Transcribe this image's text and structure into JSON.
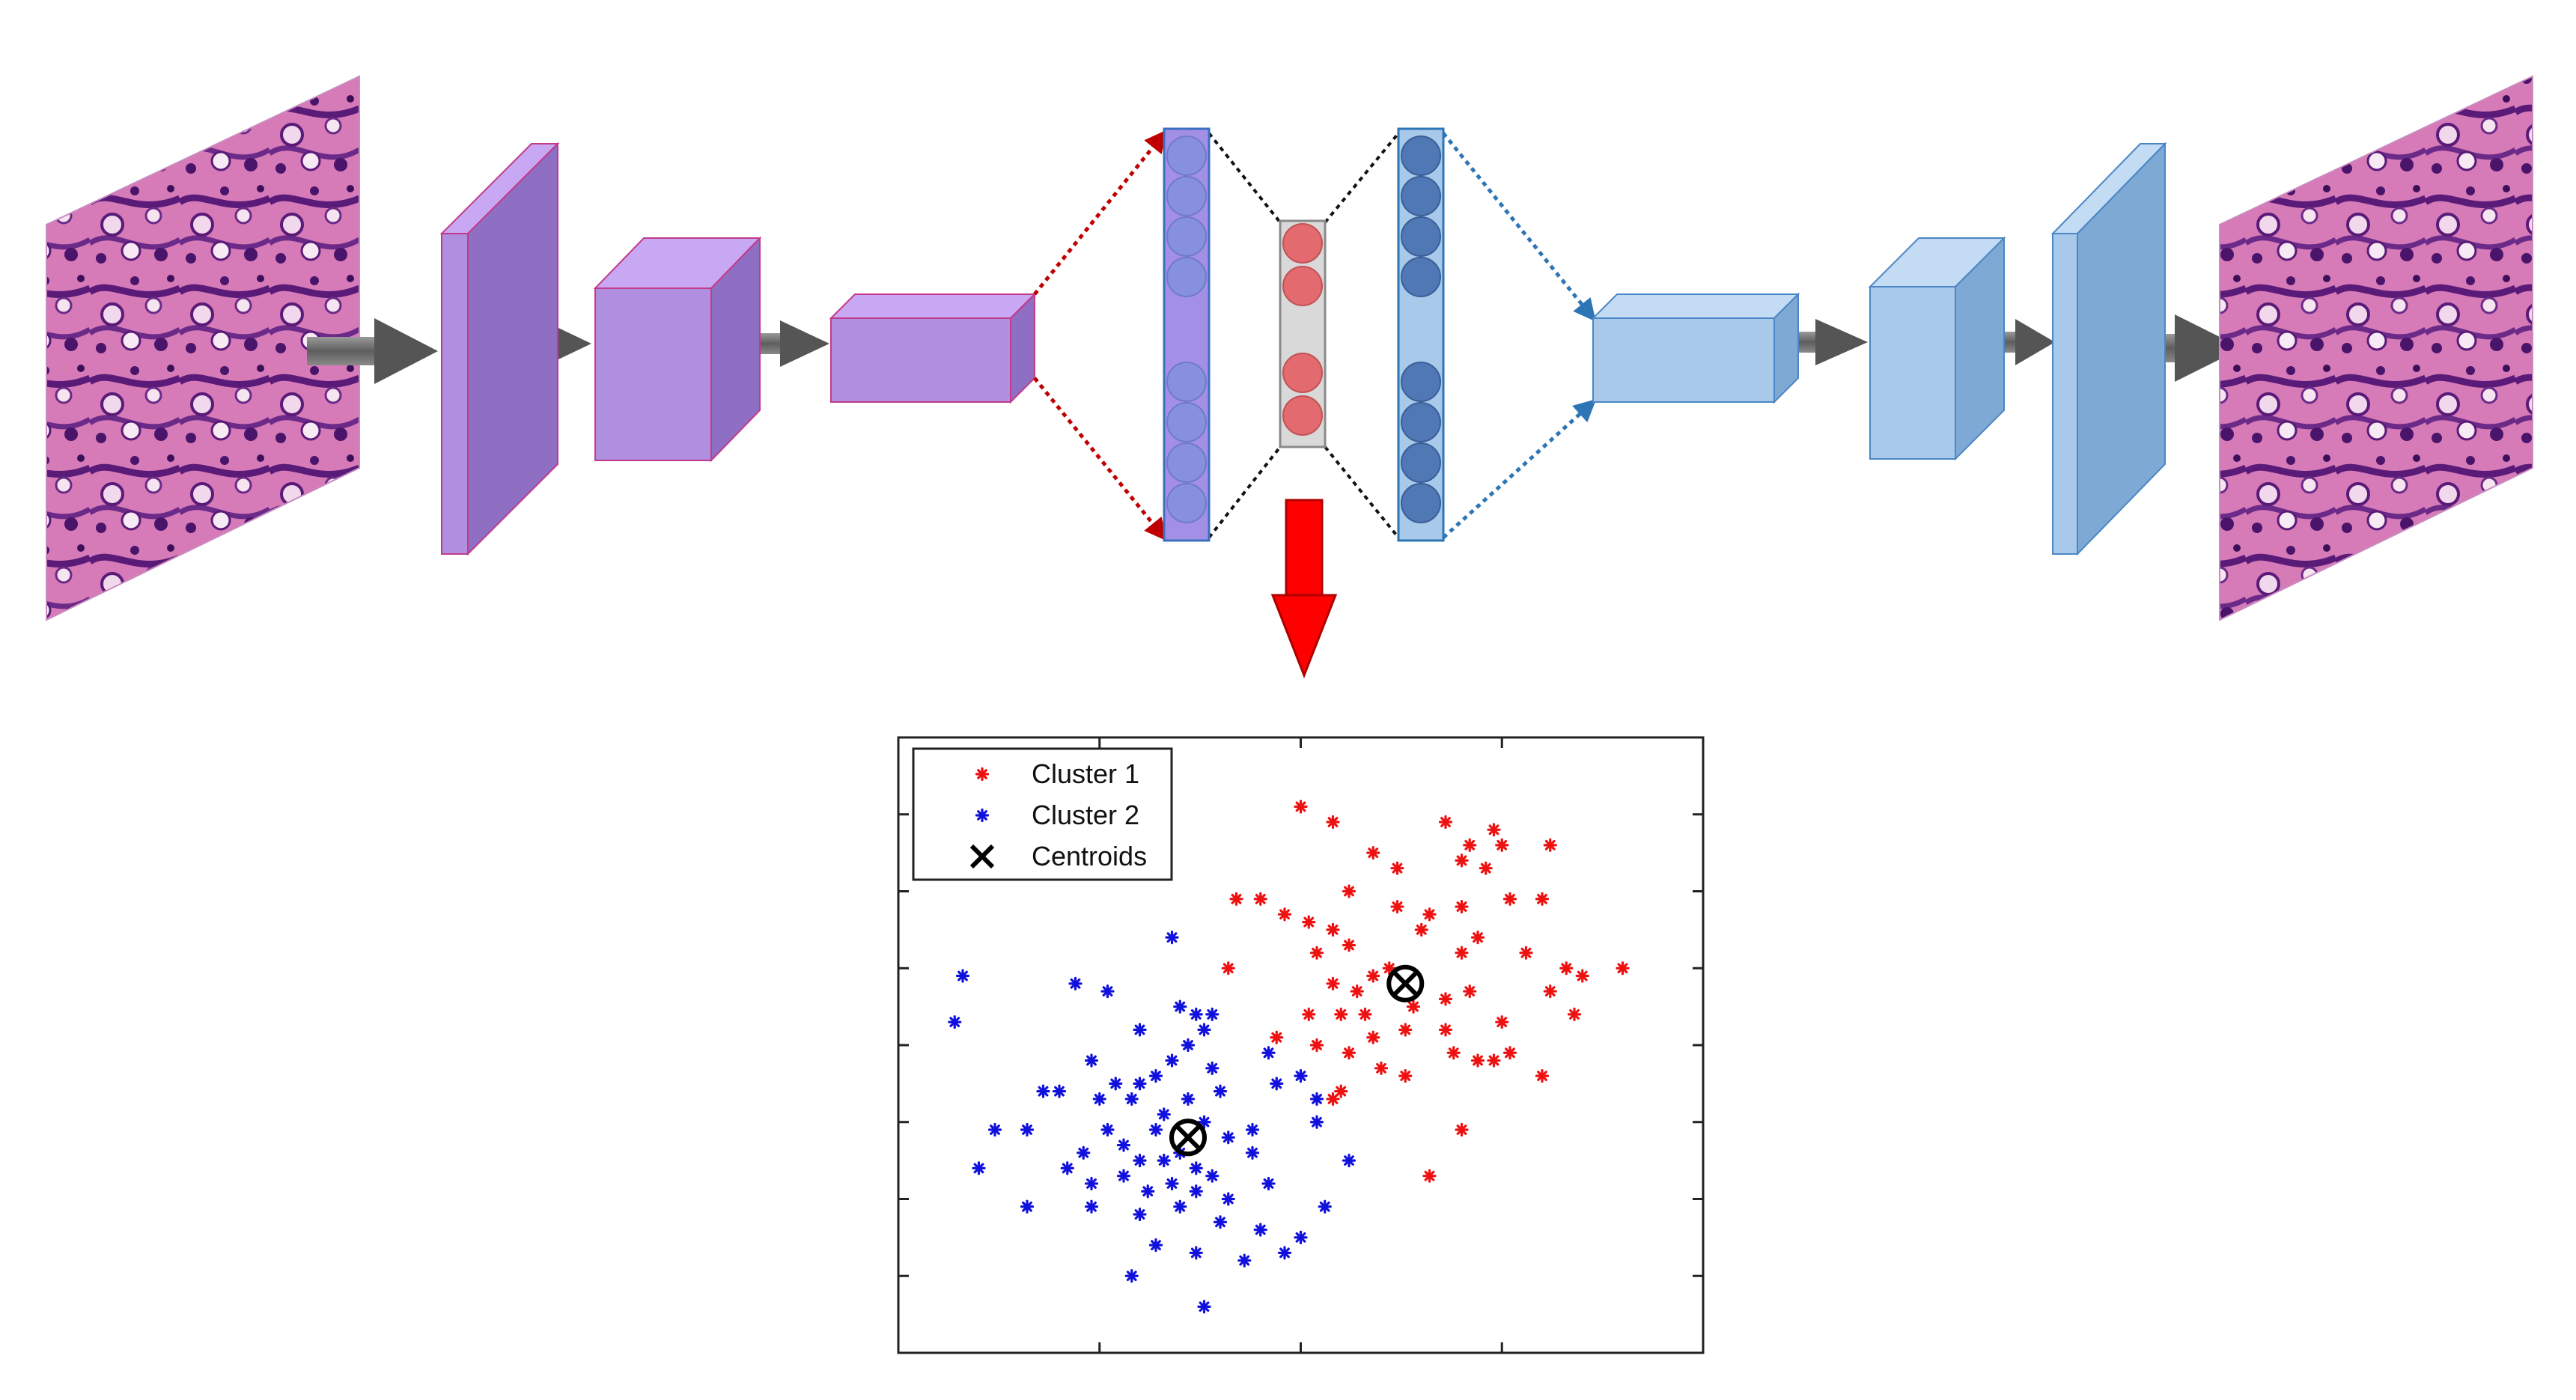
{
  "colors": {
    "encoder_fill": "#b08fe0",
    "encoder_top": "#c8a8f2",
    "encoder_side": "#8e6fc4",
    "encoder_edge": "#c23b8a",
    "decoder_fill": "#a9c9ea",
    "decoder_top": "#c3dbf3",
    "decoder_side": "#7fa9d5",
    "decoder_edge": "#4a86c6",
    "latent_fill": "#e36a6e",
    "latent_bg": "#d9d9d9",
    "neuron_blue": "#4f78b5",
    "neuron_violet": "#8790dc",
    "arrow_gray": "#6b6b6b",
    "big_arrow": "#ff0000",
    "cluster1": "#ee1111",
    "cluster2": "#1111dd",
    "tissue_base": "#d67ab8",
    "tissue_dark": "#5a1a78"
  },
  "icons": {
    "input_image": "histology-patch-icon",
    "output_image": "histology-patch-icon",
    "flow_arrow": "gray-arrow-icon",
    "cluster_arrow": "red-down-arrow-icon"
  },
  "legend": {
    "items": [
      {
        "label": "Cluster 1",
        "marker": "asterisk",
        "color": "#ee1111"
      },
      {
        "label": "Cluster 2",
        "marker": "asterisk",
        "color": "#1111dd"
      },
      {
        "label": "Centroids",
        "marker": "x",
        "color": "#000000"
      }
    ]
  },
  "chart_data": {
    "type": "scatter",
    "title": "",
    "xlabel": "",
    "ylabel": "",
    "xlim": [
      0,
      10
    ],
    "ylim": [
      0,
      8
    ],
    "xticks": [
      2.5,
      5,
      7.5
    ],
    "yticks": [
      1,
      2,
      3,
      4,
      5,
      6,
      7
    ],
    "grid": false,
    "legend_position": "top-left",
    "series": [
      {
        "name": "Cluster 1",
        "color": "#ee1111",
        "marker": "asterisk",
        "points": [
          [
            5.0,
            7.1
          ],
          [
            5.4,
            6.9
          ],
          [
            6.8,
            6.9
          ],
          [
            7.1,
            6.6
          ],
          [
            7.4,
            6.8
          ],
          [
            7.5,
            6.6
          ],
          [
            8.1,
            6.6
          ],
          [
            5.9,
            6.5
          ],
          [
            6.2,
            6.3
          ],
          [
            7.0,
            6.4
          ],
          [
            7.3,
            6.3
          ],
          [
            4.2,
            5.9
          ],
          [
            4.5,
            5.9
          ],
          [
            5.6,
            6.0
          ],
          [
            4.8,
            5.7
          ],
          [
            5.1,
            5.6
          ],
          [
            5.4,
            5.5
          ],
          [
            6.2,
            5.8
          ],
          [
            6.6,
            5.7
          ],
          [
            7.0,
            5.8
          ],
          [
            7.6,
            5.9
          ],
          [
            8.0,
            5.9
          ],
          [
            5.2,
            5.2
          ],
          [
            5.6,
            5.3
          ],
          [
            6.5,
            5.5
          ],
          [
            7.0,
            5.2
          ],
          [
            7.2,
            5.4
          ],
          [
            7.8,
            5.2
          ],
          [
            8.3,
            5.0
          ],
          [
            9.0,
            5.0
          ],
          [
            8.5,
            4.9
          ],
          [
            4.1,
            5.0
          ],
          [
            5.4,
            4.8
          ],
          [
            5.9,
            4.9
          ],
          [
            7.1,
            4.7
          ],
          [
            8.1,
            4.7
          ],
          [
            8.4,
            4.4
          ],
          [
            5.1,
            4.4
          ],
          [
            5.5,
            4.4
          ],
          [
            5.8,
            4.4
          ],
          [
            6.4,
            4.5
          ],
          [
            6.8,
            4.6
          ],
          [
            7.5,
            4.3
          ],
          [
            4.7,
            4.1
          ],
          [
            5.2,
            4.0
          ],
          [
            5.6,
            3.9
          ],
          [
            5.9,
            4.1
          ],
          [
            6.3,
            4.2
          ],
          [
            6.9,
            3.9
          ],
          [
            7.2,
            3.8
          ],
          [
            7.4,
            3.8
          ],
          [
            7.6,
            3.9
          ],
          [
            8.0,
            3.6
          ],
          [
            6.0,
            3.7
          ],
          [
            6.3,
            3.6
          ],
          [
            5.4,
            3.3
          ],
          [
            7.0,
            2.9
          ],
          [
            6.6,
            2.3
          ],
          [
            5.5,
            3.4
          ],
          [
            6.8,
            4.2
          ],
          [
            5.7,
            4.7
          ],
          [
            6.1,
            5.0
          ]
        ]
      },
      {
        "name": "Cluster 2",
        "color": "#1111dd",
        "marker": "asterisk",
        "points": [
          [
            0.8,
            4.9
          ],
          [
            0.7,
            4.3
          ],
          [
            2.2,
            4.8
          ],
          [
            2.6,
            4.7
          ],
          [
            3.4,
            5.4
          ],
          [
            3.5,
            4.5
          ],
          [
            3.7,
            4.4
          ],
          [
            3.9,
            4.4
          ],
          [
            3.8,
            4.2
          ],
          [
            3.6,
            4.0
          ],
          [
            3.4,
            3.8
          ],
          [
            3.9,
            3.7
          ],
          [
            2.4,
            3.8
          ],
          [
            2.7,
            3.5
          ],
          [
            3.0,
            3.5
          ],
          [
            3.2,
            3.6
          ],
          [
            3.6,
            3.3
          ],
          [
            4.0,
            3.4
          ],
          [
            4.7,
            3.5
          ],
          [
            5.0,
            3.6
          ],
          [
            5.2,
            3.3
          ],
          [
            1.8,
            3.4
          ],
          [
            2.0,
            3.4
          ],
          [
            2.9,
            3.3
          ],
          [
            3.3,
            3.1
          ],
          [
            3.8,
            3.0
          ],
          [
            4.1,
            2.8
          ],
          [
            4.4,
            2.9
          ],
          [
            5.2,
            3.0
          ],
          [
            1.2,
            2.9
          ],
          [
            1.6,
            2.9
          ],
          [
            2.3,
            2.6
          ],
          [
            2.8,
            2.7
          ],
          [
            3.0,
            2.5
          ],
          [
            3.3,
            2.5
          ],
          [
            3.5,
            2.6
          ],
          [
            3.7,
            2.4
          ],
          [
            3.9,
            2.3
          ],
          [
            4.4,
            2.6
          ],
          [
            1.0,
            2.4
          ],
          [
            2.1,
            2.4
          ],
          [
            2.4,
            2.2
          ],
          [
            2.8,
            2.3
          ],
          [
            3.1,
            2.1
          ],
          [
            3.4,
            2.2
          ],
          [
            3.7,
            2.1
          ],
          [
            4.1,
            2.0
          ],
          [
            4.6,
            2.2
          ],
          [
            5.6,
            2.5
          ],
          [
            1.6,
            1.9
          ],
          [
            2.4,
            1.9
          ],
          [
            3.0,
            1.8
          ],
          [
            3.5,
            1.9
          ],
          [
            4.0,
            1.7
          ],
          [
            4.5,
            1.6
          ],
          [
            5.3,
            1.9
          ],
          [
            5.0,
            1.5
          ],
          [
            3.2,
            1.4
          ],
          [
            3.7,
            1.3
          ],
          [
            4.8,
            1.3
          ],
          [
            4.3,
            1.2
          ],
          [
            2.9,
            1.0
          ],
          [
            3.8,
            0.6
          ],
          [
            2.6,
            2.9
          ],
          [
            3.2,
            2.9
          ],
          [
            4.6,
            3.9
          ],
          [
            3.0,
            4.2
          ],
          [
            2.5,
            3.3
          ]
        ]
      },
      {
        "name": "Centroids",
        "color": "#000000",
        "marker": "circled-x",
        "points": [
          [
            6.3,
            4.8
          ],
          [
            3.6,
            2.8
          ]
        ]
      }
    ]
  }
}
